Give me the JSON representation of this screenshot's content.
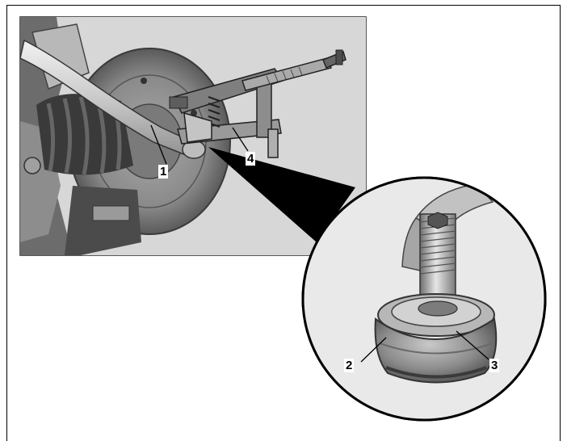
{
  "figure": {
    "callouts": [
      {
        "id": "1",
        "label": "1"
      },
      {
        "id": "2",
        "label": "2"
      },
      {
        "id": "3",
        "label": "3"
      },
      {
        "id": "4",
        "label": "4"
      }
    ]
  }
}
